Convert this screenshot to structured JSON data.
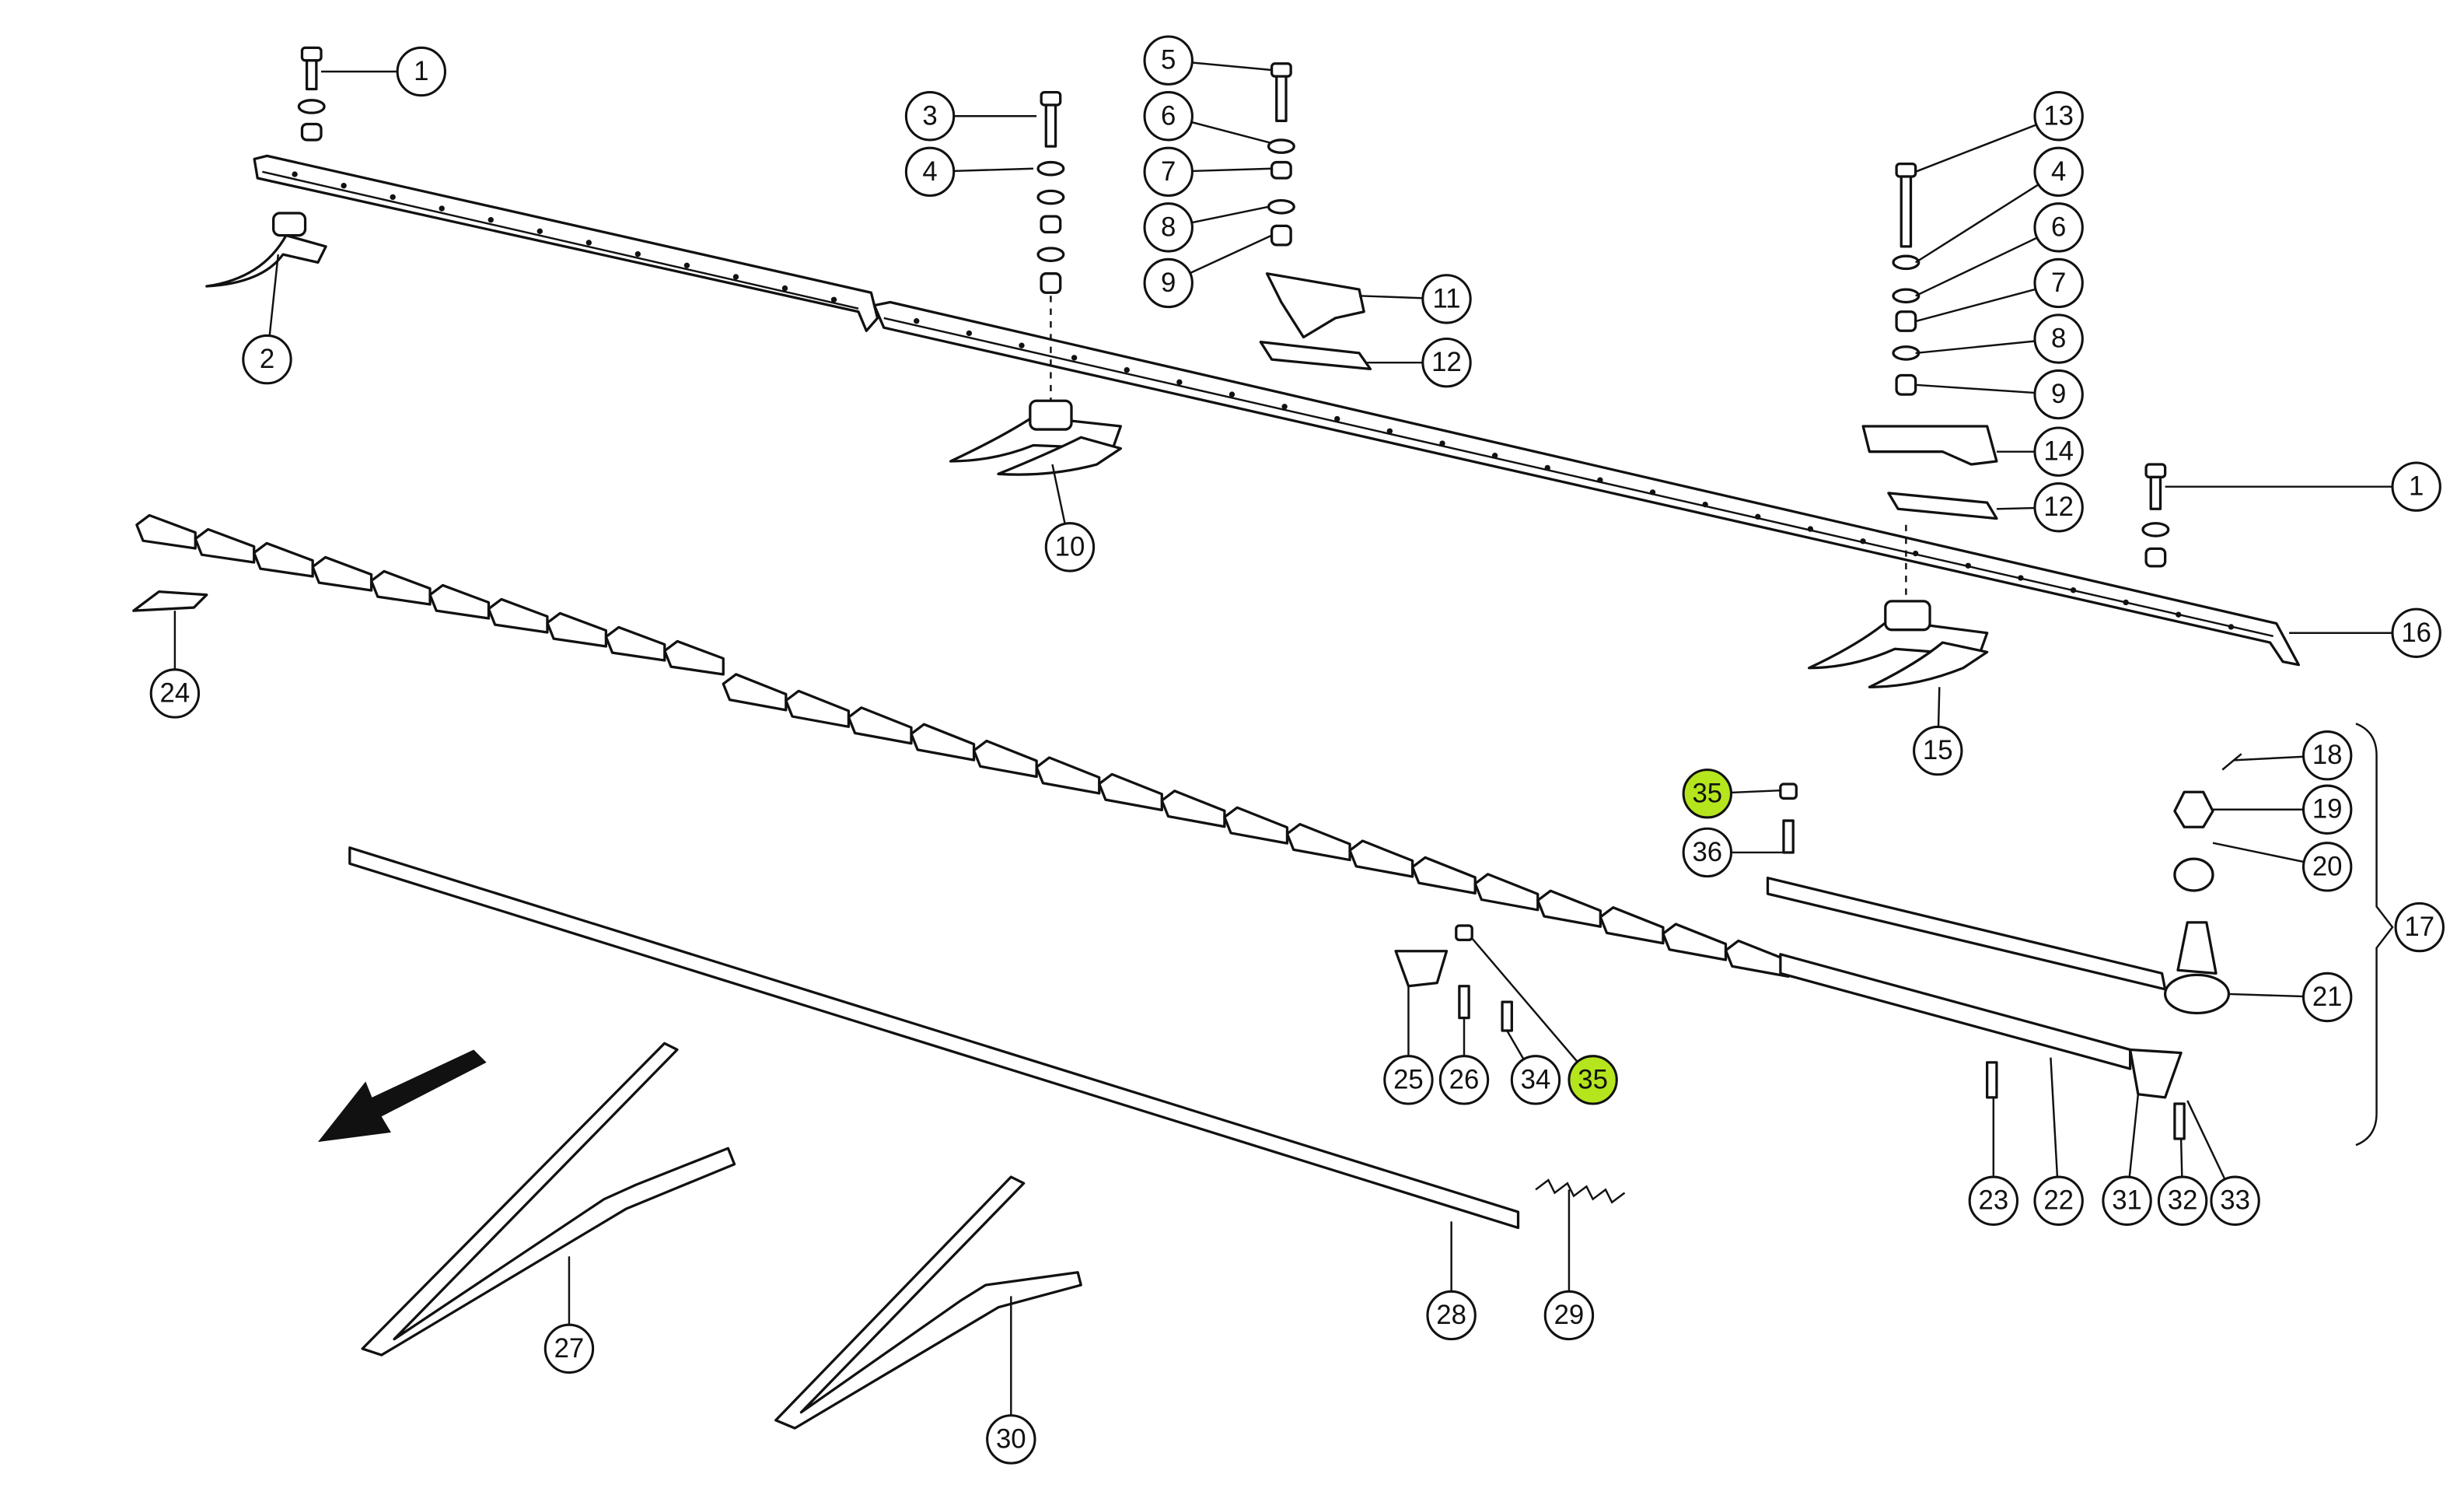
{
  "title": "Cutter bar exploded parts diagram",
  "highlight_color": "#b5e61d",
  "callouts": [
    "1",
    "2",
    "3",
    "4",
    "5",
    "6",
    "7",
    "8",
    "9",
    "10",
    "11",
    "12",
    "13",
    "4",
    "6",
    "7",
    "8",
    "9",
    "14",
    "12",
    "1",
    "16",
    "15",
    "18",
    "19",
    "20",
    "17",
    "21",
    "35",
    "36",
    "24",
    "25",
    "26",
    "34",
    "35",
    "23",
    "22",
    "31",
    "32",
    "33",
    "28",
    "29",
    "27",
    "30"
  ],
  "highlighted": [
    "35"
  ],
  "direction_arrow": "arrow-down-left"
}
